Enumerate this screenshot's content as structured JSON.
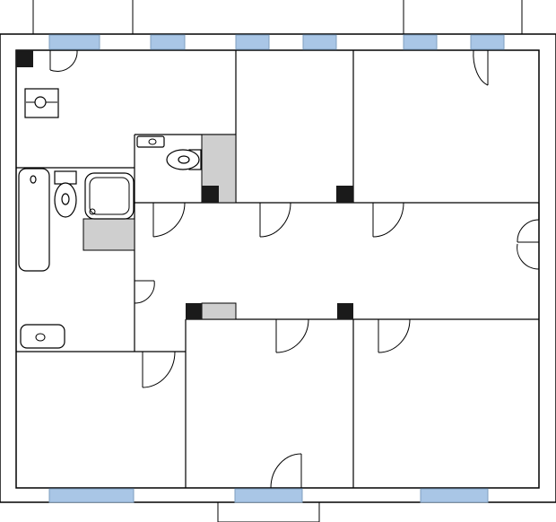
{
  "colors": {
    "wall": "#000000",
    "window": "#a9c6e6",
    "window_stroke": "#7f9fbf",
    "shaft": "#cfcfcf",
    "column": "#1a1a1a",
    "background": "#ffffff"
  },
  "fixtures": [
    "kitchen-stove",
    "bathtub",
    "toilet",
    "toilet",
    "shower-tray",
    "washbasin",
    "washbasin",
    "washbasin"
  ]
}
